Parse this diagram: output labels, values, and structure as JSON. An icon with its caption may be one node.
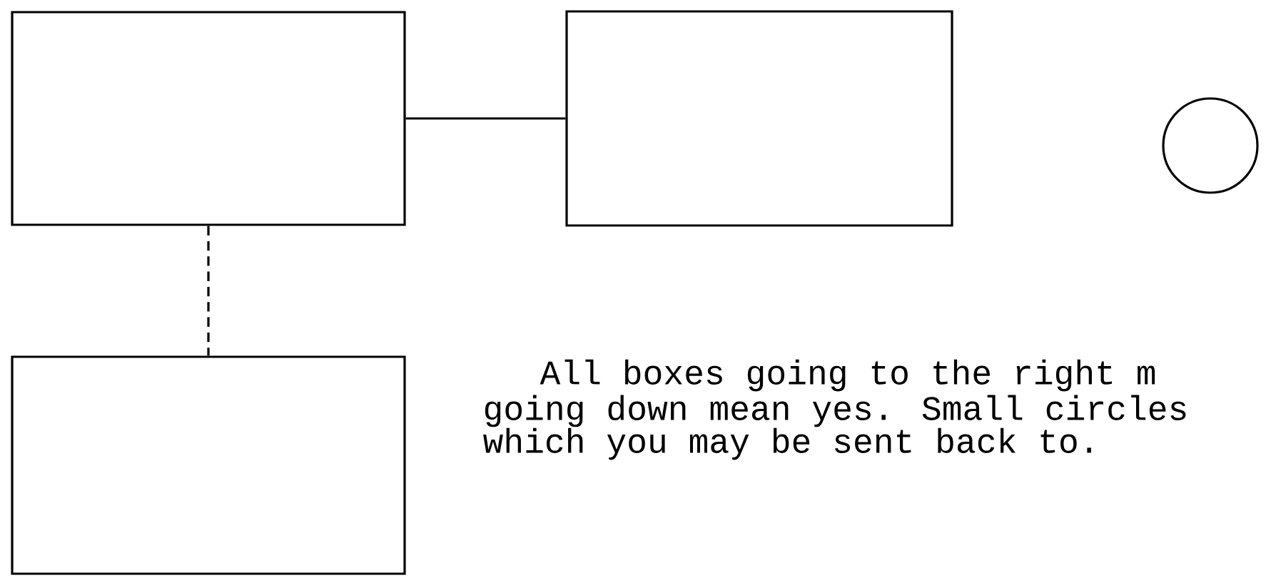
{
  "diagram": {
    "nodes": [
      {
        "text": [],
        "shape": "box"
      },
      {
        "text": [],
        "shape": "box"
      },
      {
        "text": [],
        "shape": "box"
      },
      {
        "text": [],
        "shape": "circle"
      }
    ],
    "edges": [
      {
        "from": 0,
        "to": 1,
        "arrow": "none"
      },
      {
        "from": 0,
        "to": 2,
        "arrow": "none",
        "style": "dashed"
      }
    ],
    "labels": [
      "All boxes going to the right m",
      "going down mean yes.  Small circles",
      "which you may be sent back to."
    ]
  }
}
